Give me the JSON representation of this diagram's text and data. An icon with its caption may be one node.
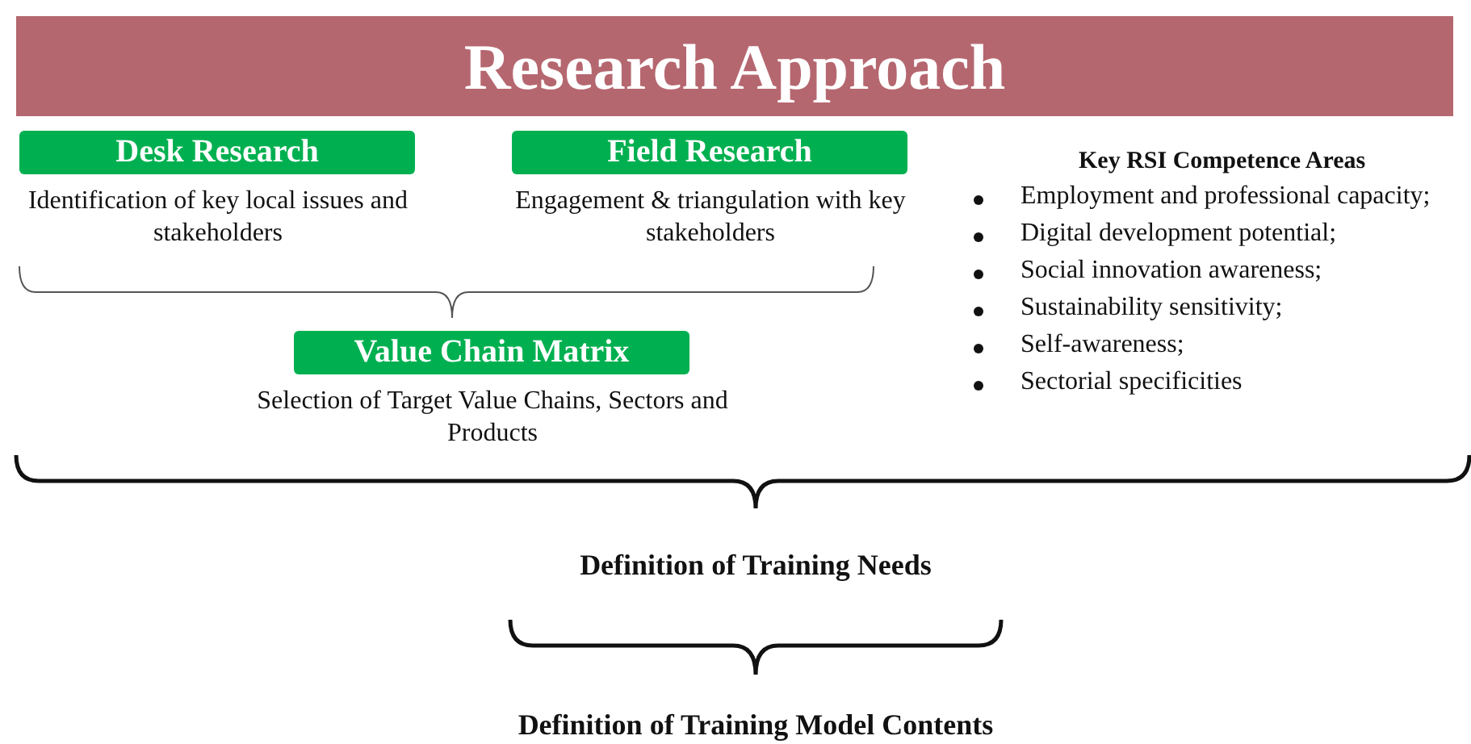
{
  "diagram": {
    "title": "Research Approach",
    "nodes": [
      {
        "text": [
          "Desk Research"
        ],
        "beside": [
          "Identification of key local issues and stakeholders"
        ]
      },
      {
        "text": [
          "Field Research"
        ],
        "beside": [
          "Engagement & triangulation with key stakeholders"
        ]
      },
      {
        "text": [
          "Value Chain Matrix"
        ],
        "beside": [
          "Selection of Target Value Chains, Sectors and Products"
        ]
      }
    ],
    "edges": [],
    "labels": [
      "Key RSI Competence Areas",
      "Employment and professional capacity;",
      "Digital development potential;",
      "Social innovation awareness;",
      "Sustainability sensitivity;",
      "Self-awareness;",
      "Sectorial specificities",
      "Definition of Training Needs",
      "Definition of Training Model Contents"
    ]
  }
}
